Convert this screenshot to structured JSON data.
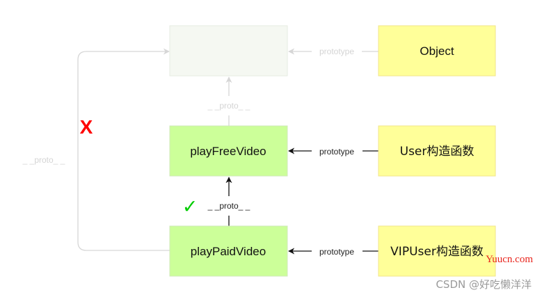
{
  "colors": {
    "green_node": "#ccff99",
    "green_border": "#cfe8b8",
    "yellow_node": "#ffff99",
    "yellow_border": "#f2e58a",
    "faded_node": "#f5f8f2",
    "faded_border": "#e6ebe1",
    "arrow": "#111111",
    "faded_arrow": "#d6d6d6",
    "cross_mark": "#ff0000",
    "check_mark": "#00cc00",
    "watermark_site": "#e8231b",
    "watermark_csdn": "#9a9a9a"
  },
  "nodes": {
    "object_prototype": {
      "label": ""
    },
    "object": {
      "label": "Object"
    },
    "play_free_video": {
      "label": "playFreeVideo"
    },
    "user_constructor": {
      "label": "User构造函数"
    },
    "play_paid_video": {
      "label": "playPaidVideo"
    },
    "vipuser_constructor": {
      "label": "VIPUser构造函数"
    }
  },
  "edges": {
    "object_prototype": {
      "label": "prototype"
    },
    "free_proto": {
      "label": "_ _proto_ _"
    },
    "user_prototype": {
      "label": "prototype"
    },
    "paid_proto": {
      "label": "_ _proto_ _"
    },
    "vip_prototype": {
      "label": "prototype"
    },
    "paid_to_object_proto": {
      "label": "_ _proto_ _"
    }
  },
  "marks": {
    "cross": "X",
    "check": "✓"
  },
  "watermark": {
    "site": "Yuucn.com",
    "csdn": "CSDN @好吃懒洋洋"
  }
}
